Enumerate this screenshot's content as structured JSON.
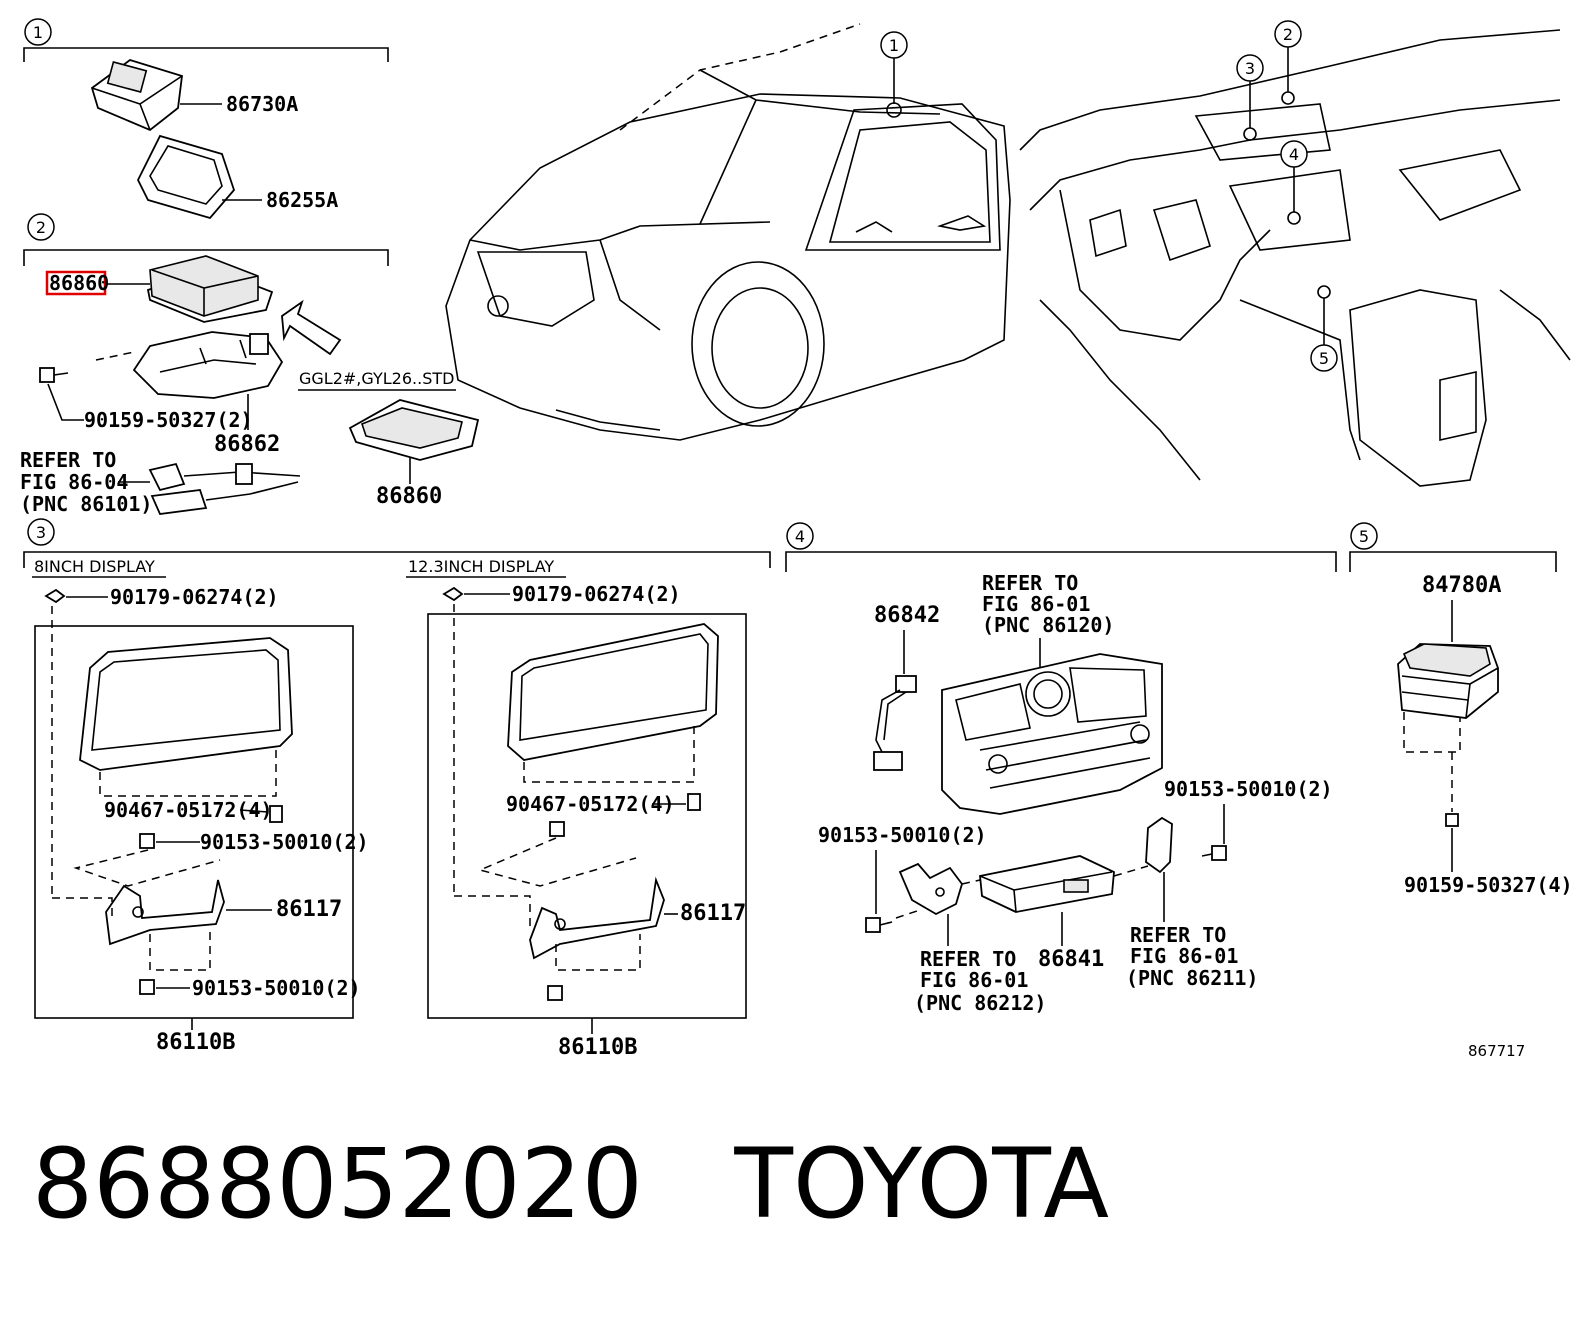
{
  "callouts": [
    "1",
    "2",
    "3",
    "4",
    "5"
  ],
  "section1": {
    "labels": [
      "86730A",
      "86255A"
    ]
  },
  "section2": {
    "highlighted": "86860",
    "labels": [
      "90159-50327(2)",
      "86862",
      "86860"
    ],
    "variant": "GGL2#,GYL26..STD",
    "refer": [
      "REFER TO",
      "FIG 86-04",
      "(PNC 86101)"
    ]
  },
  "section3": {
    "left_title": "8INCH DISPLAY",
    "right_title": "12.3INCH DISPLAY",
    "left_labels": [
      "90179-06274(2)",
      "90467-05172(4)",
      "90153-50010(2)",
      "86117",
      "90153-50010(2)",
      "86110B"
    ],
    "right_labels": [
      "90179-06274(2)",
      "90467-05172(4)",
      "86117",
      "86110B"
    ]
  },
  "section4": {
    "labels": [
      "86842",
      "90153-50010(2)",
      "90153-50010(2)",
      "86841"
    ],
    "refer_top": [
      "REFER TO",
      "FIG 86-01",
      "(PNC 86120)"
    ],
    "refer_left": [
      "REFER TO",
      "FIG 86-01",
      "(PNC 86212)"
    ],
    "refer_right": [
      "REFER TO",
      "FIG 86-01",
      "(PNC 86211)"
    ]
  },
  "section5": {
    "labels": [
      "84780A",
      "90159-50327(4)"
    ]
  },
  "figure_id": "867717",
  "caption": "8688052020   TOYOTA"
}
